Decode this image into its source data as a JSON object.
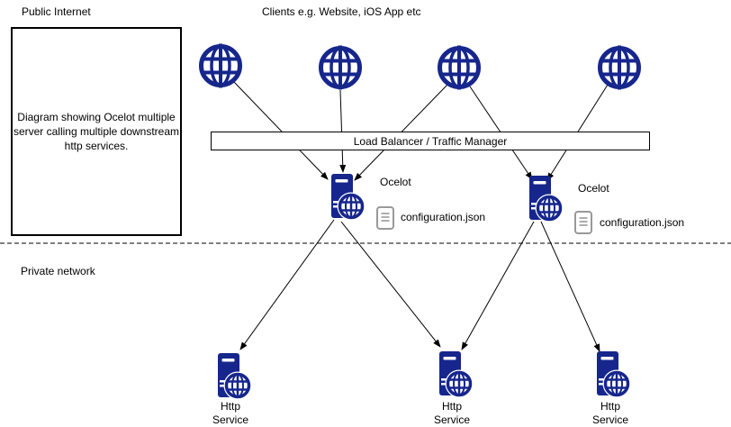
{
  "labels": {
    "public_internet": "Public Internet",
    "clients": "Clients e.g. Website, iOS App etc",
    "private_network": "Private network"
  },
  "description_box": {
    "lines": [
      "Diagram showing Ocelot multiple",
      "server calling multiple downstream",
      "http services."
    ]
  },
  "load_balancer": {
    "label": "Load Balancer / Traffic Manager"
  },
  "gateways": [
    {
      "label": "Ocelot",
      "config_file": "configuration.json"
    },
    {
      "label": "Ocelot",
      "config_file": "configuration.json"
    }
  ],
  "services": [
    {
      "line1": "Http",
      "line2": "Service"
    },
    {
      "line1": "Http",
      "line2": "Service"
    },
    {
      "line1": "Http",
      "line2": "Service"
    }
  ],
  "icons": {
    "client": "globe-icon",
    "gateway": "server-with-globe-icon",
    "service": "server-with-globe-icon",
    "config": "document-icon"
  },
  "colors": {
    "navy": "#16268C",
    "doc_gray": "#999999",
    "line": "#000000"
  }
}
